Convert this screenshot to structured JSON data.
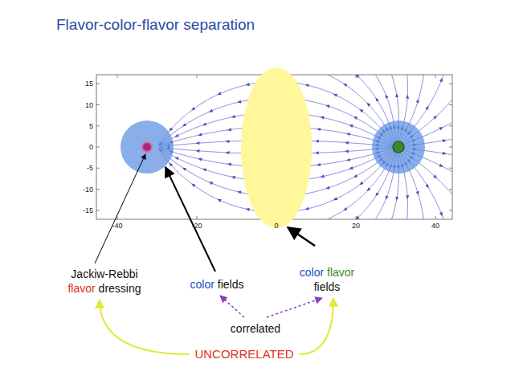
{
  "diagram": {
    "title": "Flavor-color-flavor separation",
    "nodes": [
      {
        "text": [
          "Jackiw-Rebbi flavor dressing"
        ]
      },
      {
        "text": [
          "color fields"
        ]
      },
      {
        "text": [
          "color flavor fields"
        ]
      },
      {
        "text": [
          "correlated"
        ]
      },
      {
        "text": [
          "UNCORRELATED"
        ]
      }
    ],
    "edges": [
      {
        "from": 3,
        "to": 1,
        "arrow": "to"
      },
      {
        "from": 3,
        "to": 2,
        "arrow": "to"
      },
      {
        "from": 4,
        "to": 0,
        "arrow": "to"
      },
      {
        "from": 4,
        "to": 2,
        "arrow": "to"
      }
    ],
    "labels": [
      "15",
      "10",
      "5",
      "0",
      "-5",
      "-10",
      "-15",
      "-40",
      "-20",
      "0",
      "20",
      "40"
    ]
  }
}
